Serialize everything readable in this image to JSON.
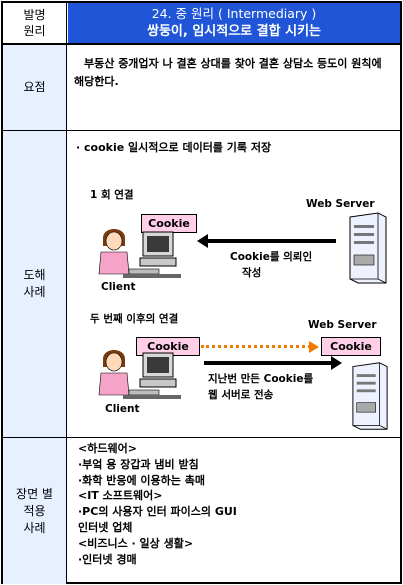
{
  "header": {
    "label": "발명\n원리",
    "title_top": "24. 중 원리 ( Intermediary )",
    "title_main": "쌍둥이, 임시적으로 결합 시키는"
  },
  "summary": {
    "label": "요점",
    "text": "부동산 중개업자 나 결혼 상대를 찾아 결혼 상담소 등도이 원칙에 해당한다."
  },
  "diagram": {
    "label": "도해\n사례",
    "bullet": "· cookie 일시적으로 데이터를 기록 저장",
    "first": {
      "heading": "1 회 연결",
      "server_label": "Web Server",
      "cookie": "Cookie",
      "client": "Client",
      "arrow_text_1": "Cookie를 의뢰인",
      "arrow_text_2": "작성"
    },
    "second": {
      "heading": "두 번째 이후의 연결",
      "server_label": "Web Server",
      "cookie_client": "Cookie",
      "cookie_server": "Cookie",
      "client": "Client",
      "arrow_text_1": "지난번 만든 Cookie를",
      "arrow_text_2": "웹 서버로 전송"
    },
    "colors": {
      "cookie_fill": "#ffcfe8",
      "dotted_arrow": "#f27a00"
    }
  },
  "applications": {
    "label": "장면 별\n적용\n사례",
    "items": [
      "<하드웨어>",
      "·부엌 용 장갑과 냄비 받침",
      "·화학 반응에 이용하는 촉매",
      "<IT 소프트웨어>",
      "·PC의 사용자 인터 파이스의 GUI",
      "인터넷 업체",
      "<비즈니스 · 일상 생활>",
      "·인터넷 경매"
    ]
  },
  "colors": {
    "header_bg": "#1f55d6",
    "label_bg": "#e6f0ff"
  }
}
